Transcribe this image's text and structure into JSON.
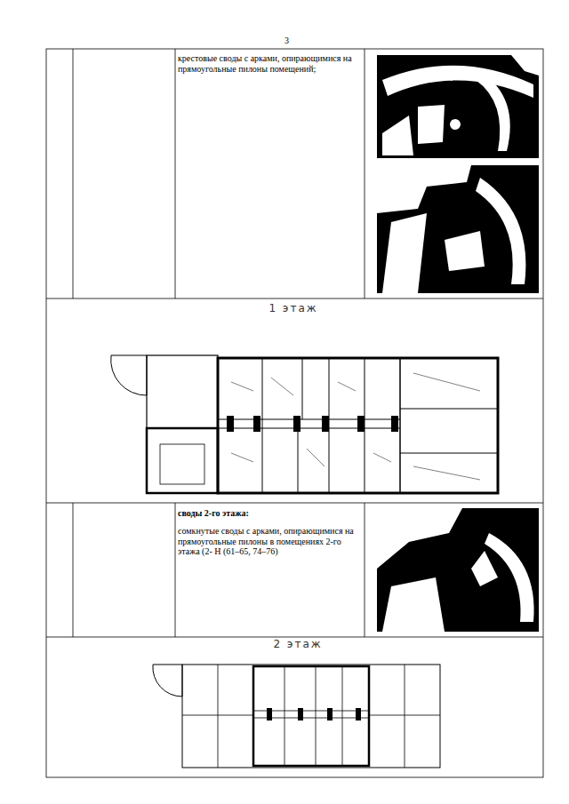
{
  "diagram": {
    "labels": [
      "3",
      "крестовые своды с арками, опирающимися на прямоугольные пилоны помещений;",
      "1 этаж",
      "своды 2-го этажа:",
      "сомкнутые своды с арками, опирающимися на прямоугольные пилоны в помещениях 2-го этажа (2- Н (61–65, 74–76)",
      "2 этаж"
    ]
  }
}
